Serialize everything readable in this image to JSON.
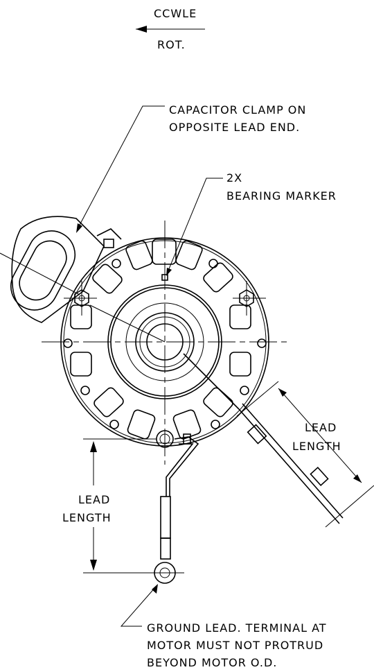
{
  "rotation": {
    "direction": "CCWLE",
    "label": "ROT."
  },
  "notes": {
    "capacitor": {
      "line1": "CAPACITOR CLAMP ON",
      "line2": "OPPOSITE LEAD END."
    },
    "bearing": {
      "line1": "2X",
      "line2": "BEARING MARKER"
    },
    "lead_right": {
      "line1": "LEAD",
      "line2": "LENGTH"
    },
    "lead_left": {
      "line1": "LEAD",
      "line2": "LENGTH"
    },
    "ground": {
      "line1": "GROUND LEAD. TERMINAL AT",
      "line2": "MOTOR MUST NOT PROTRUD",
      "line3": "BEYOND MOTOR O.D."
    }
  }
}
